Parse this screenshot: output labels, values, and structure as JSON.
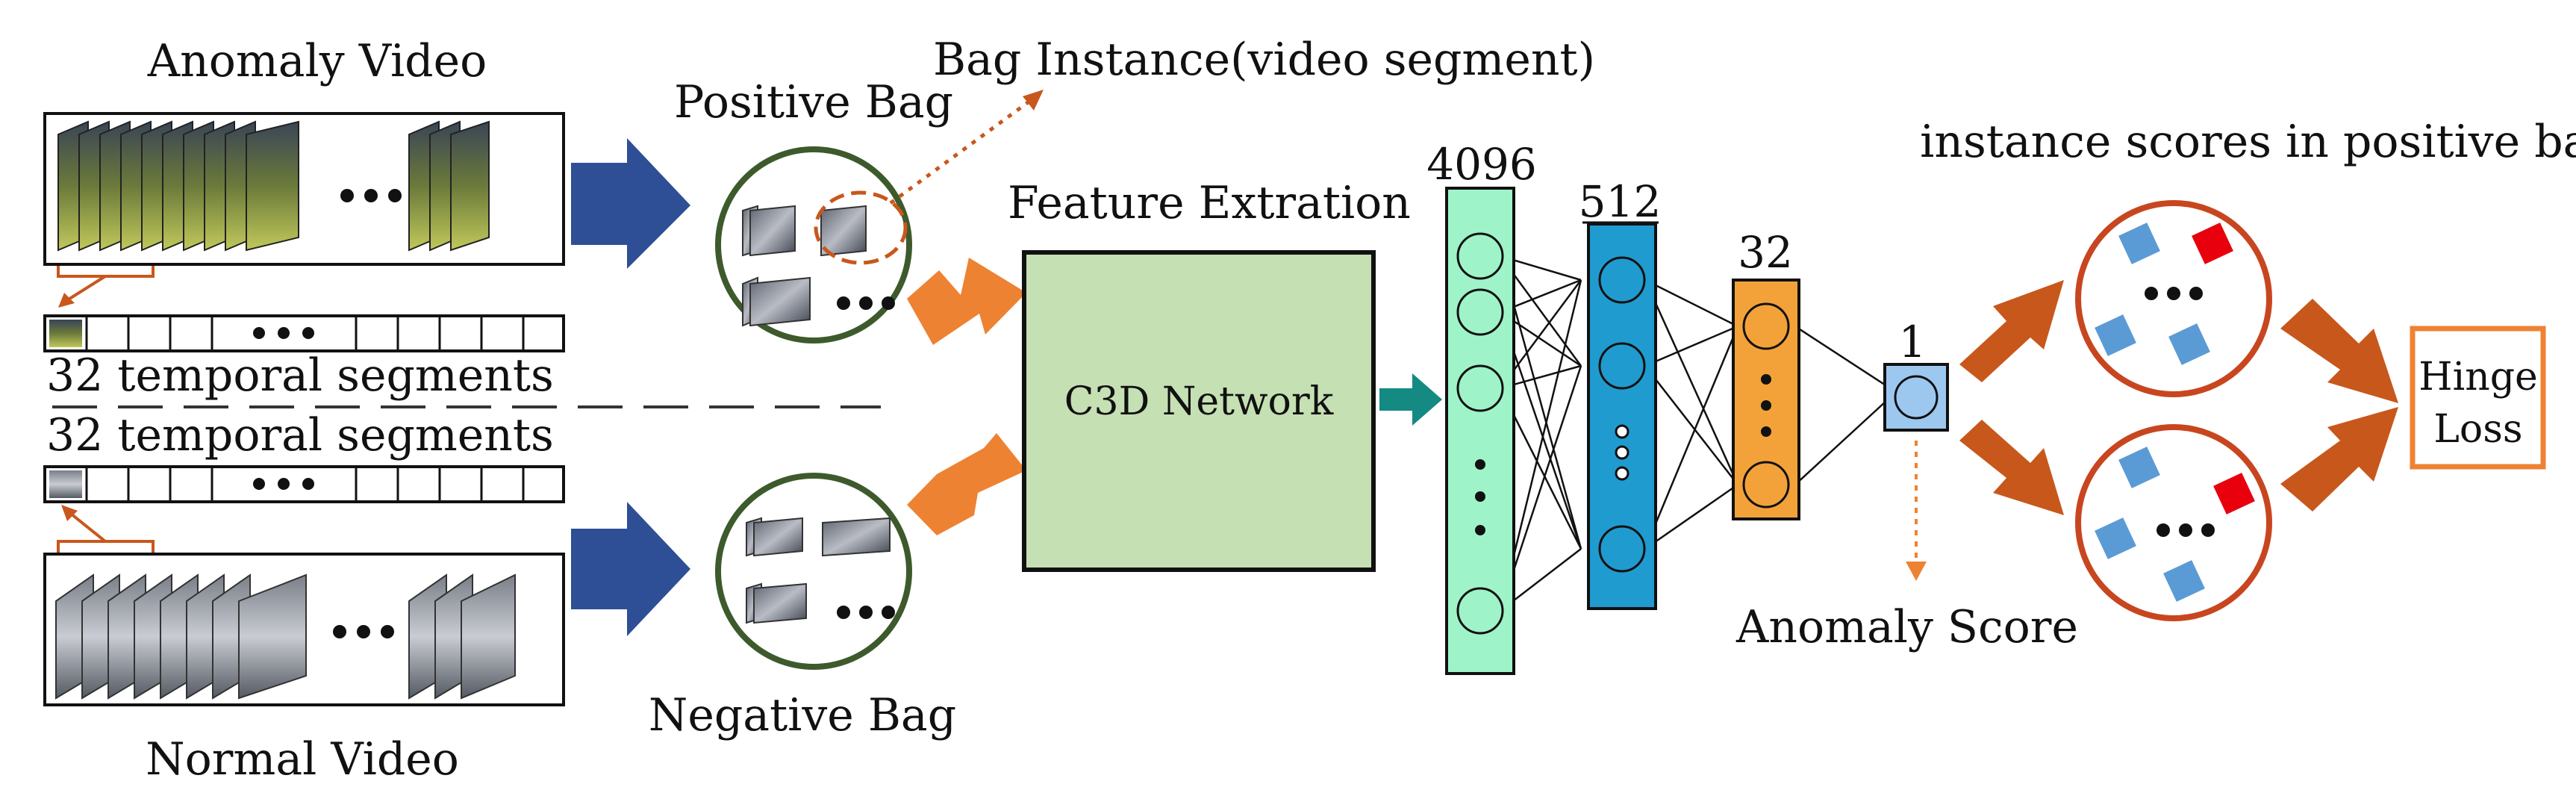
{
  "labels": {
    "anomaly_video": "Anomaly Video",
    "normal_video": "Normal Video",
    "positive_bag": "Positive Bag",
    "negative_bag": "Negative Bag",
    "bag_instance": "Bag Instance(video segment)",
    "temporal_segments_top": "32 temporal segments",
    "temporal_segments_bottom": "32 temporal segments",
    "feature_extraction": "Feature Extration",
    "c3d_network": "C3D Network",
    "layer_4096": "4096",
    "layer_512": "512",
    "layer_32": "32",
    "layer_1": "1",
    "anomaly_score": "Anomaly Score",
    "instance_scores": "instance scores in positive bag",
    "hinge_loss_line1": "Hinge",
    "hinge_loss_line2": "Loss",
    "ellipsis": "• • •"
  },
  "colors": {
    "blue_arrow": "#2e4f96",
    "orange_arrow": "#ee8233",
    "teal_arrow": "#148a83",
    "brown_arrow": "#c8571c",
    "bag_circle": "#3d5a2c",
    "score_circle": "#c8461f",
    "c3d_fill": "#c5e0b3",
    "layer_4096_fill": "#9ff3c9",
    "layer_512_fill": "#1f9bd0",
    "layer_32_fill": "#f3a23a",
    "output_fill": "#9cc8f0",
    "score_blue": "#5b9bd5",
    "score_red": "#e8000c",
    "hinge_border": "#ee8233"
  }
}
